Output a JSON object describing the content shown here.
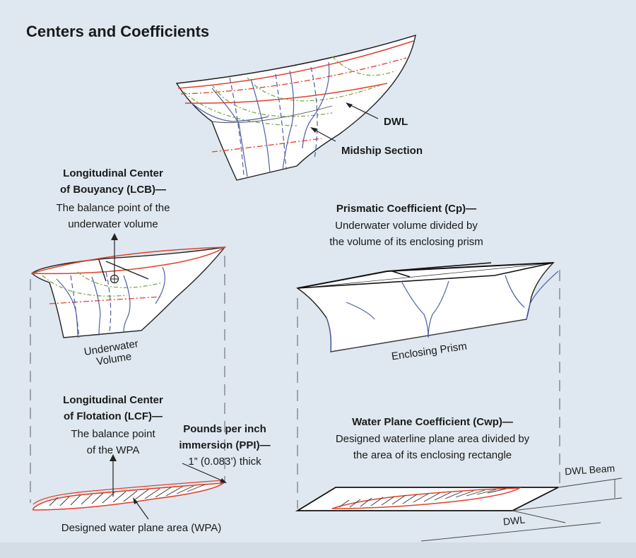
{
  "title": "Centers and Coefficients",
  "labels": {
    "dwl": "DWL",
    "midship_section": "Midship Section",
    "lcb_title_1": "Longitudinal Center",
    "lcb_title_2": "of Bouyancy (LCB)—",
    "lcb_desc_1": "The balance point of the",
    "lcb_desc_2": "underwater volume",
    "underwater_1": "Underwater",
    "underwater_2": "Volume",
    "cp_title": "Prismatic Coefficient (Cp)—",
    "cp_desc_1": "Underwater volume divided by",
    "cp_desc_2": "the volume of its enclosing prism",
    "enclosing_prism": "Enclosing Prism",
    "lcf_title_1": "Longitudinal Center",
    "lcf_title_2": "of Flotation (LCF)—",
    "lcf_desc_1": "The balance point",
    "lcf_desc_2": "of the WPA",
    "ppi_title_1": "Pounds per inch",
    "ppi_title_2": "immersion (PPI)—",
    "ppi_desc": "1” (0.083’) thick",
    "wpa": "Designed water plane area (WPA)",
    "cwp_title": "Water Plane Coefficient (Cwp)—",
    "cwp_desc_1": "Designed waterline plane area divided by",
    "cwp_desc_2": "the area of its enclosing rectangle",
    "dwl_beam": "DWL Beam",
    "dwl_bottom": "DWL"
  },
  "colors": {
    "background": "#dfe8f0",
    "waterline_red": "#e0402a",
    "section_blue": "#4f5fa6",
    "buttock_green": "#7aa84a"
  }
}
